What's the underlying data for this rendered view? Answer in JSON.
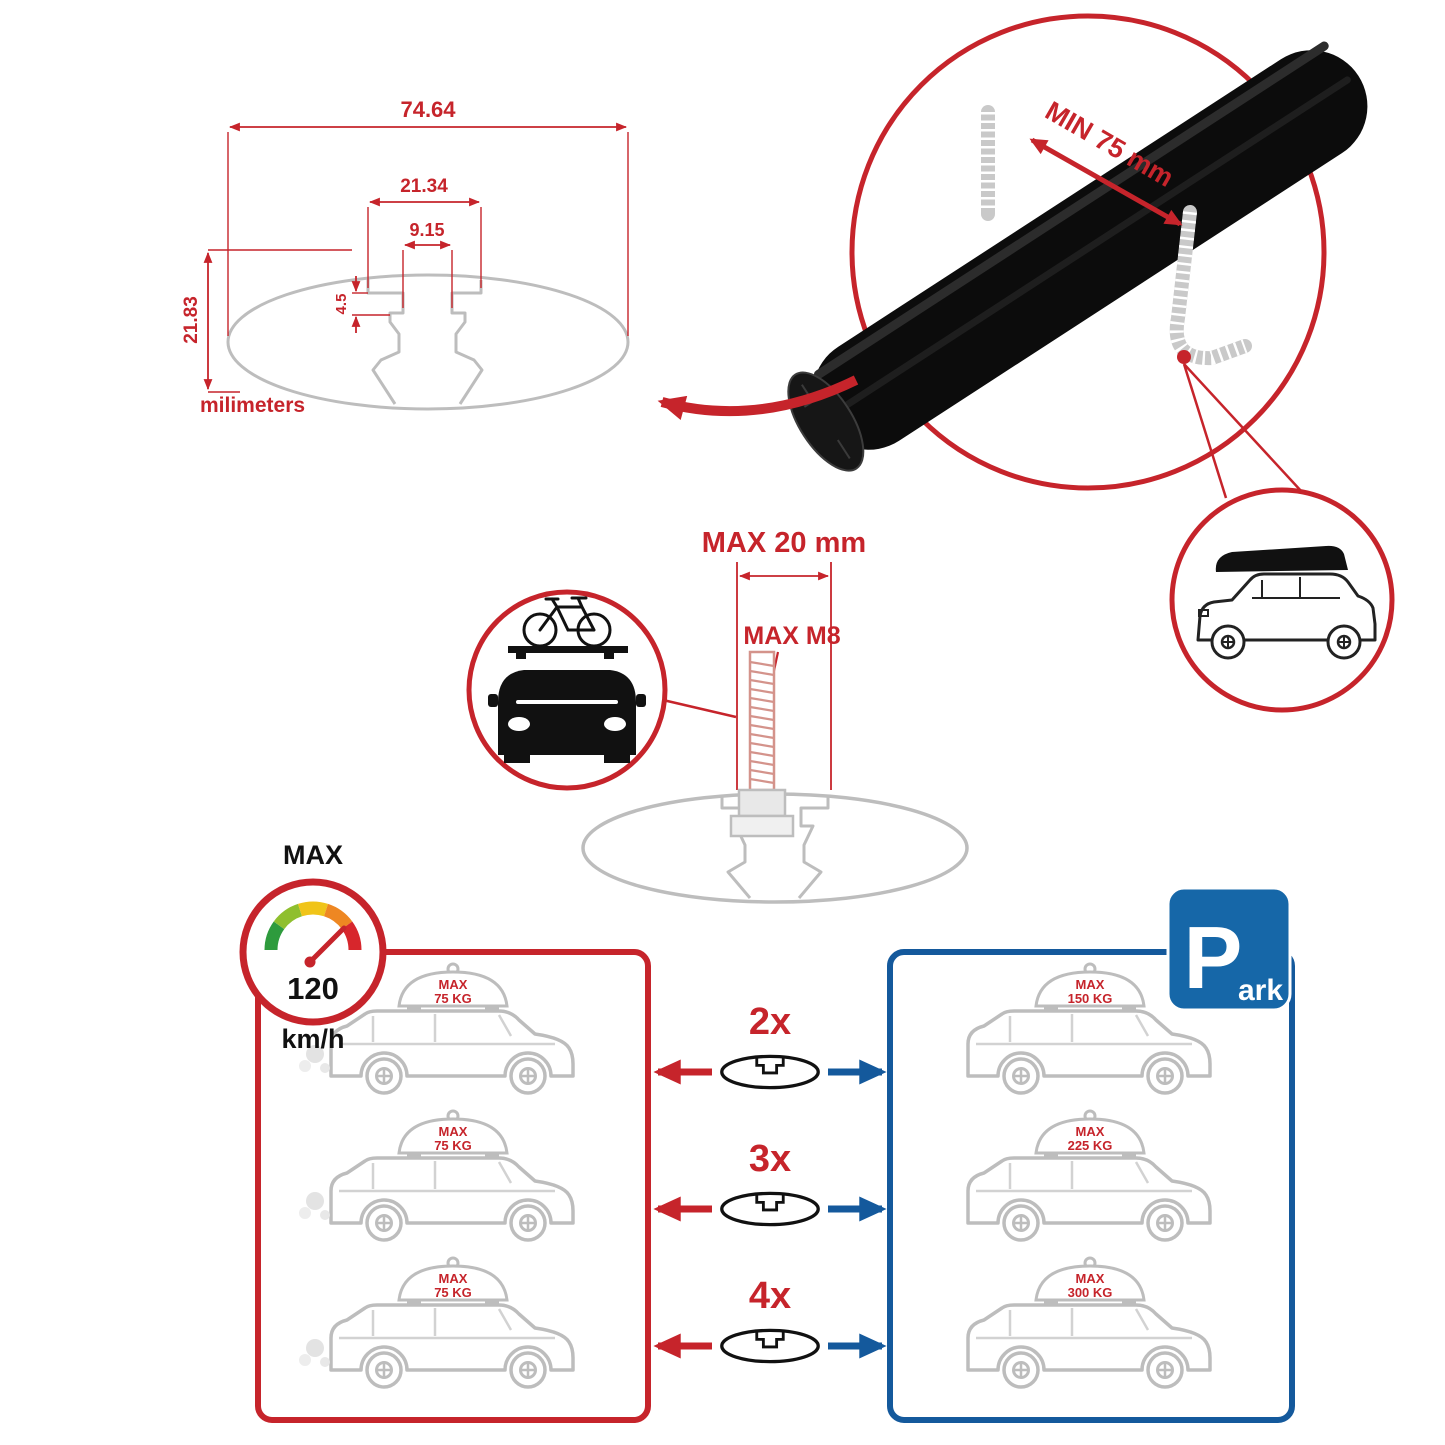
{
  "colors": {
    "red": "#c6242b",
    "blue": "#14599c",
    "gray": "#bdbdbd",
    "black": "#0c0c0c"
  },
  "dimensions": {
    "total_width": "74.64",
    "slot_outer_width": "21.34",
    "slot_inner_width": "9.15",
    "slot_depth": "4.5",
    "total_height": "21.83",
    "unit": "milimeters"
  },
  "bar_detail": {
    "min_span": "MIN 75 mm"
  },
  "bolt": {
    "max_length": "MAX 20 mm",
    "max_thread": "MAX M8"
  },
  "speed": {
    "label": "MAX",
    "value": "120",
    "unit": "km/h"
  },
  "capacity": {
    "multipliers": [
      "2x",
      "3x",
      "4x"
    ],
    "per_bar": [
      {
        "label": "MAX",
        "weight": "75 KG"
      },
      {
        "label": "MAX",
        "weight": "75 KG"
      },
      {
        "label": "MAX",
        "weight": "75 KG"
      }
    ],
    "combined": [
      {
        "label": "MAX",
        "weight": "150 KG"
      },
      {
        "label": "MAX",
        "weight": "225 KG"
      },
      {
        "label": "MAX",
        "weight": "300 KG"
      }
    ]
  },
  "park": {
    "letter": "P",
    "suffix": "ark"
  }
}
